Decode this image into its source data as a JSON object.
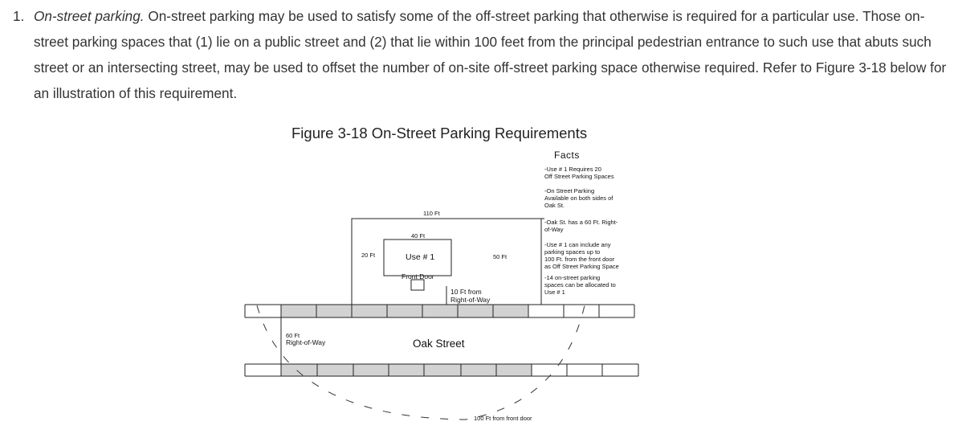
{
  "paragraph": {
    "number": "1.",
    "heading": "On-street parking.",
    "text": " On-street parking may be used to satisfy some of the off-street parking that otherwise is required for a particular use. Those on-street parking spaces that (1) lie on a public street and (2) that lie within 100 feet from the principal pedestrian entrance to such use that abuts such street or an intersecting street, may be used to offset the number of on-site off-street parking space otherwise required. Refer to Figure 3-18 below for an illustration of this requirement."
  },
  "figure": {
    "title": "Figure 3-18 On-Street Parking Requirements",
    "facts_heading": "Facts",
    "facts": [
      [
        "-Use # 1 Requires 20",
        "Off Street Parking Spaces"
      ],
      [
        "-On Street Parking",
        "Available on both sides of",
        "Oak St."
      ],
      [
        "-Oak St. has a 60 Ft. Right-",
        "of-Way"
      ],
      [
        "-Use # 1 can include any",
        "parking spaces up to",
        "100 Ft. from the front door",
        "as Off Street Parking Space"
      ],
      [
        "-14 on-street parking",
        "spaces can be allocated to",
        "Use # 1"
      ]
    ],
    "labels": {
      "lot_width": "110 Ft",
      "building_width": "40 Ft",
      "side_setback": "20 Ft",
      "use": "Use # 1",
      "other_setback": "50 Ft",
      "front_door": "Front Door",
      "front_distance_line1": "10 Ft from",
      "front_distance_line2": "Right-of-Way",
      "row_line1": "60 Ft",
      "row_line2": "Right-of-Way",
      "street": "Oak Street",
      "radius": "100 Ft from front door"
    }
  }
}
